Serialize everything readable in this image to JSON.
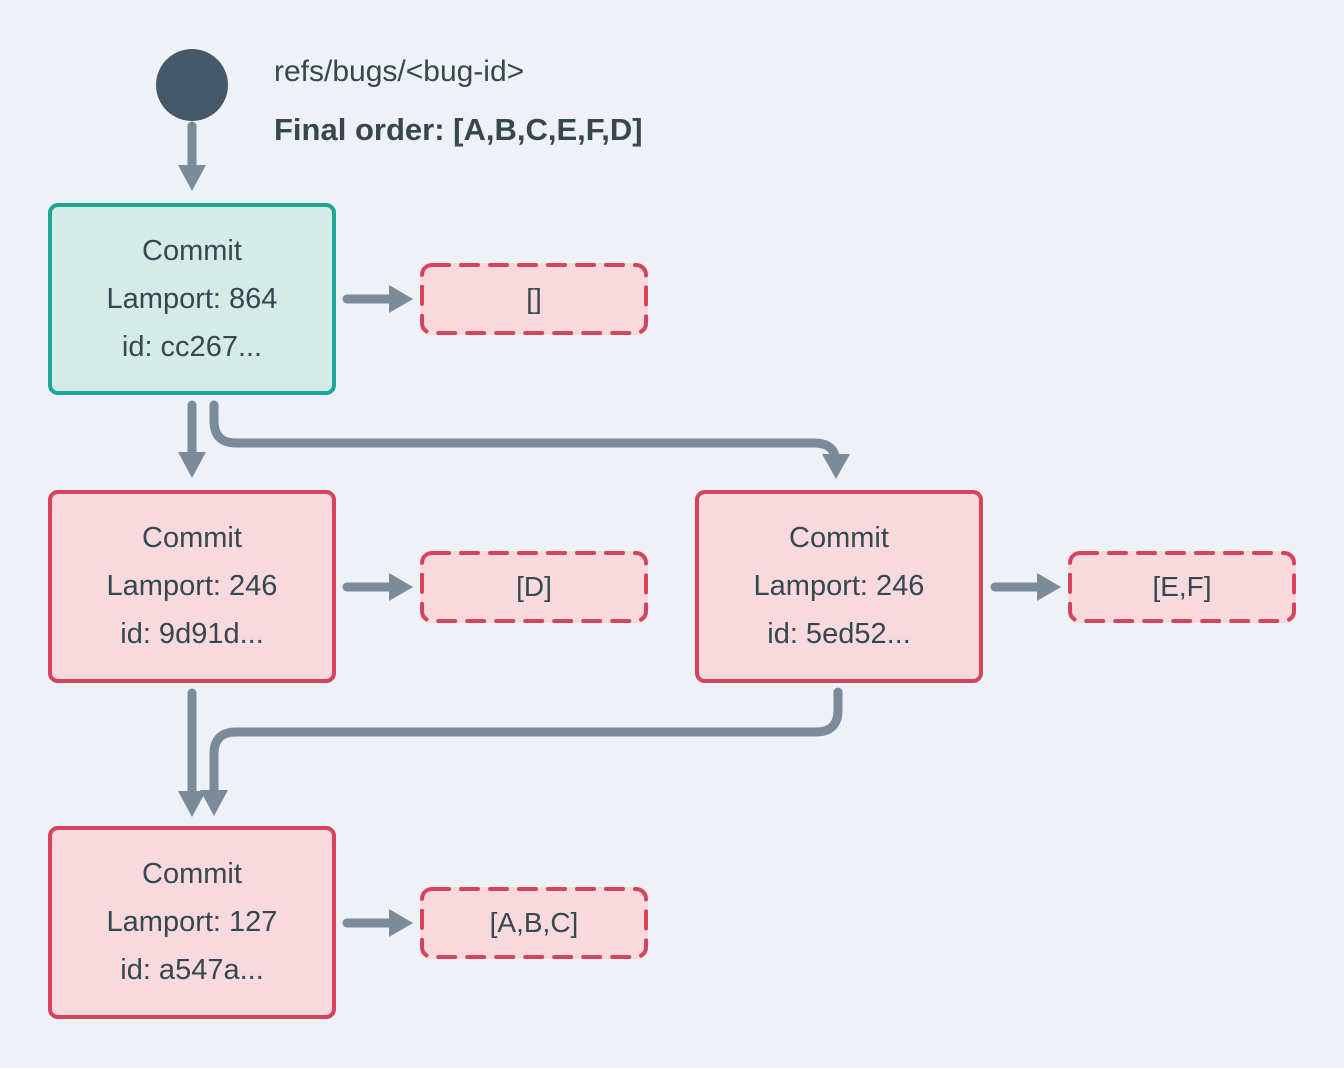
{
  "palette": {
    "background": "#eef1f5",
    "text": "#37474f",
    "arrow": "#7b8b9a",
    "ref_dot": "#465968",
    "teal_border": "#1ca895",
    "teal_fill": "#d4ebe7",
    "red_border": "#d6445c",
    "red_fill": "#f8d9de"
  },
  "header": {
    "ref_name": "refs/bugs/<bug-id>",
    "final_order": "Final order: [A,B,C,E,F,D]"
  },
  "commits": [
    {
      "name": "root",
      "title": "Commit",
      "lamport": "Lamport: 864",
      "id": "id: cc267...",
      "payload": "[]"
    },
    {
      "name": "left",
      "title": "Commit",
      "lamport": "Lamport: 246",
      "id": "id: 9d91d...",
      "payload": "[D]"
    },
    {
      "name": "right",
      "title": "Commit",
      "lamport": "Lamport: 246",
      "id": "id: 5ed52...",
      "payload": "[E,F]"
    },
    {
      "name": "bottom",
      "title": "Commit",
      "lamport": "Lamport: 127",
      "id": "id: a547a...",
      "payload": "[A,B,C]"
    }
  ]
}
